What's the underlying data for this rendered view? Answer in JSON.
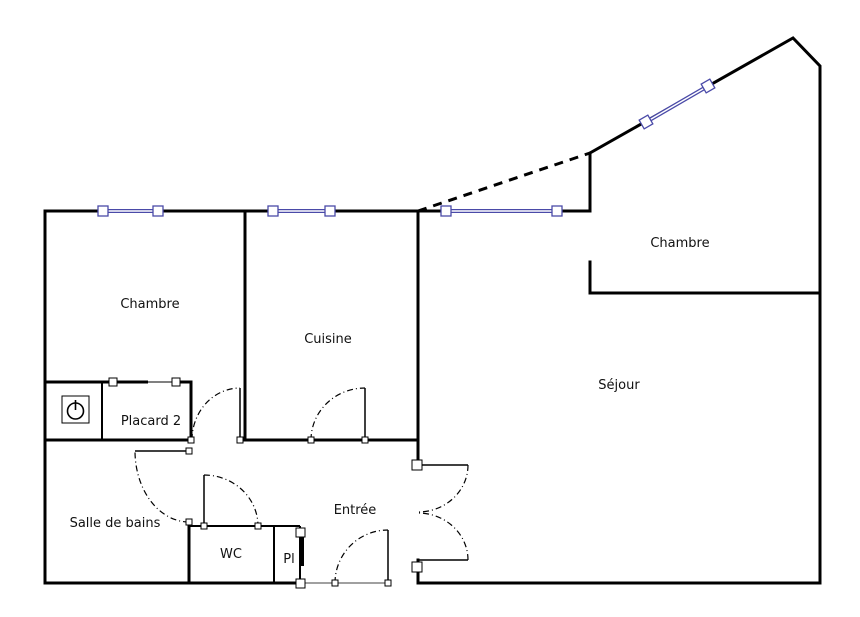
{
  "rooms": {
    "chambre_1": "Chambre",
    "cuisine": "Cuisine",
    "chambre_2": "Chambre",
    "sejour": "Séjour",
    "placard_2": "Placard 2",
    "salle_de_bains": "Salle de bains",
    "entree": "Entrée",
    "wc": "WC",
    "pl": "Pl"
  },
  "icons": {
    "boiler": "power-symbol-icon"
  },
  "colors": {
    "walls": "#000000",
    "windows": "#4a4aa8",
    "background": "#ffffff"
  }
}
